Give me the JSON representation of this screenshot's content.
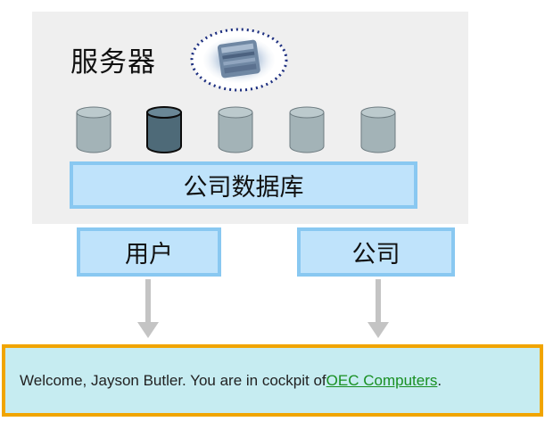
{
  "server": {
    "label": "服务器",
    "icon": "server-cube-icon"
  },
  "databases": [
    {
      "icon": "database-icon",
      "color": "#a3b3b7",
      "active": false
    },
    {
      "icon": "database-icon",
      "color": "#4e6a78",
      "active": true
    },
    {
      "icon": "database-icon",
      "color": "#a3b3b7",
      "active": false
    },
    {
      "icon": "database-icon",
      "color": "#a3b3b7",
      "active": false
    },
    {
      "icon": "database-icon",
      "color": "#a3b3b7",
      "active": false
    }
  ],
  "company_db": {
    "label": "公司数据库"
  },
  "user_node": {
    "label": "用户"
  },
  "company_node": {
    "label": "公司"
  },
  "welcome": {
    "prefix": "Welcome, Jayson Butler. You are in cockpit of ",
    "link_text": "OEC Computers",
    "suffix": "."
  },
  "colors": {
    "panel_bg": "#efefef",
    "box_fill": "#bfe3fb",
    "box_border": "#89c8f1",
    "welcome_bg": "#c6ecf1",
    "welcome_border": "#f1a500",
    "link": "#188f22",
    "arrow": "#c4c4c4"
  }
}
